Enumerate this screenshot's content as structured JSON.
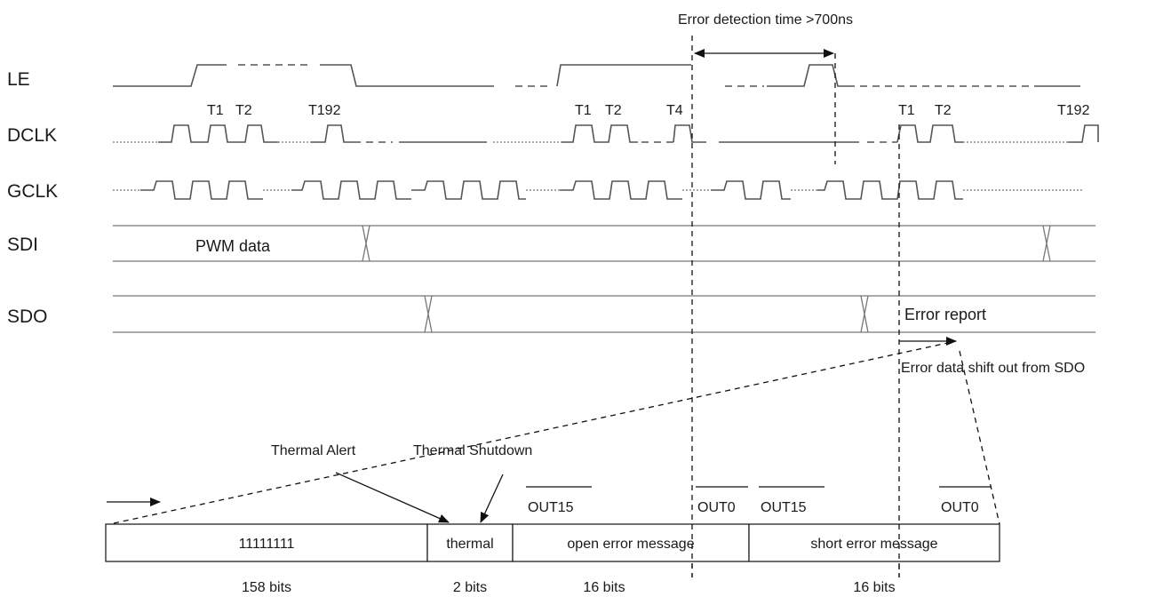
{
  "signals": {
    "le": "LE",
    "dclk": "DCLK",
    "gclk": "GCLK",
    "sdi": "SDI",
    "sdo": "SDO"
  },
  "clock_labels": {
    "group1": [
      "T1",
      "T2",
      "T192"
    ],
    "group2": [
      "T1",
      "T2",
      "T4"
    ],
    "group3": [
      "T1",
      "T2",
      "T192"
    ]
  },
  "annotations": {
    "error_detection_time": "Error detection time >700ns",
    "pwm_data": "PWM data",
    "error_report": "Error report",
    "error_shift": "Error data shift out from SDO",
    "thermal_alert": "Thermal Alert",
    "thermal_shutdown": "Thermal Shutdown"
  },
  "register": {
    "fields": [
      {
        "text": "11111111",
        "bits": "158 bits"
      },
      {
        "text": "thermal",
        "bits": "2 bits"
      },
      {
        "text": "open error message",
        "bits": "16 bits"
      },
      {
        "text": "short error message",
        "bits": "16 bits"
      }
    ],
    "out_labels": {
      "open_msb": "OUT15",
      "open_lsb": "OUT0",
      "short_msb": "OUT15",
      "short_lsb": "OUT0"
    }
  }
}
